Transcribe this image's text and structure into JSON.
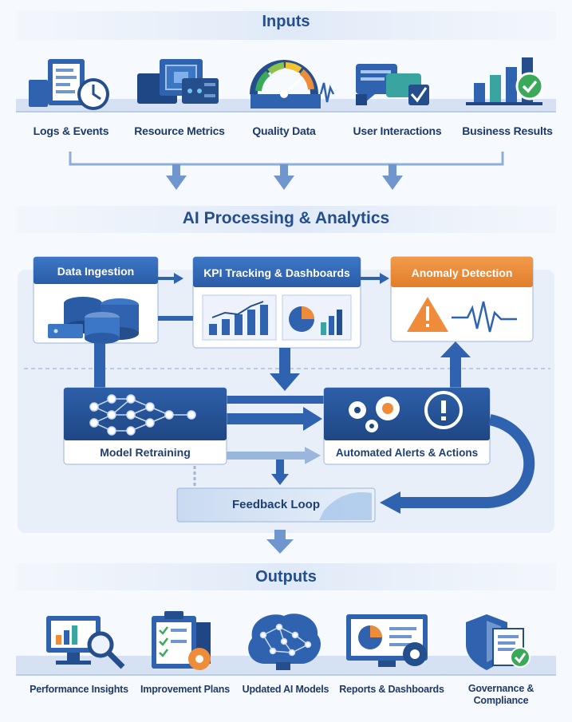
{
  "inputs": {
    "title": "Inputs",
    "items": [
      {
        "label": "Logs & Events",
        "icon": "logs-clock-icon"
      },
      {
        "label": "Resource Metrics",
        "icon": "chip-server-icon"
      },
      {
        "label": "Quality Data",
        "icon": "gauge-icon"
      },
      {
        "label": "User Interactions",
        "icon": "chat-bubbles-icon"
      },
      {
        "label": "Business Results",
        "icon": "bar-chart-check-icon"
      }
    ]
  },
  "processing": {
    "title": "AI Processing & Analytics",
    "data_ingestion": "Data Ingestion",
    "kpi_tracking": "KPI Tracking & Dashboards",
    "anomaly_detection": "Anomaly Detection",
    "model_retraining": "Model Retraining",
    "automated_alerts": "Automated Alerts & Actions",
    "feedback_loop": "Feedback Loop"
  },
  "outputs": {
    "title": "Outputs",
    "items": [
      {
        "label": "Performance Insights",
        "icon": "monitor-magnifier-icon"
      },
      {
        "label": "Improvement Plans",
        "icon": "clipboard-gear-icon"
      },
      {
        "label": "Updated AI Models",
        "icon": "brain-network-icon"
      },
      {
        "label": "Reports & Dashboards",
        "icon": "monitor-pie-gear-icon"
      },
      {
        "label": "Governance & Compliance",
        "icon": "shield-document-icon"
      }
    ]
  },
  "colors": {
    "primary": "#2f63b0",
    "dark": "#244e8c",
    "light": "#dfe9f7",
    "orange": "#ee8c3a",
    "green": "#3aaa5a"
  }
}
